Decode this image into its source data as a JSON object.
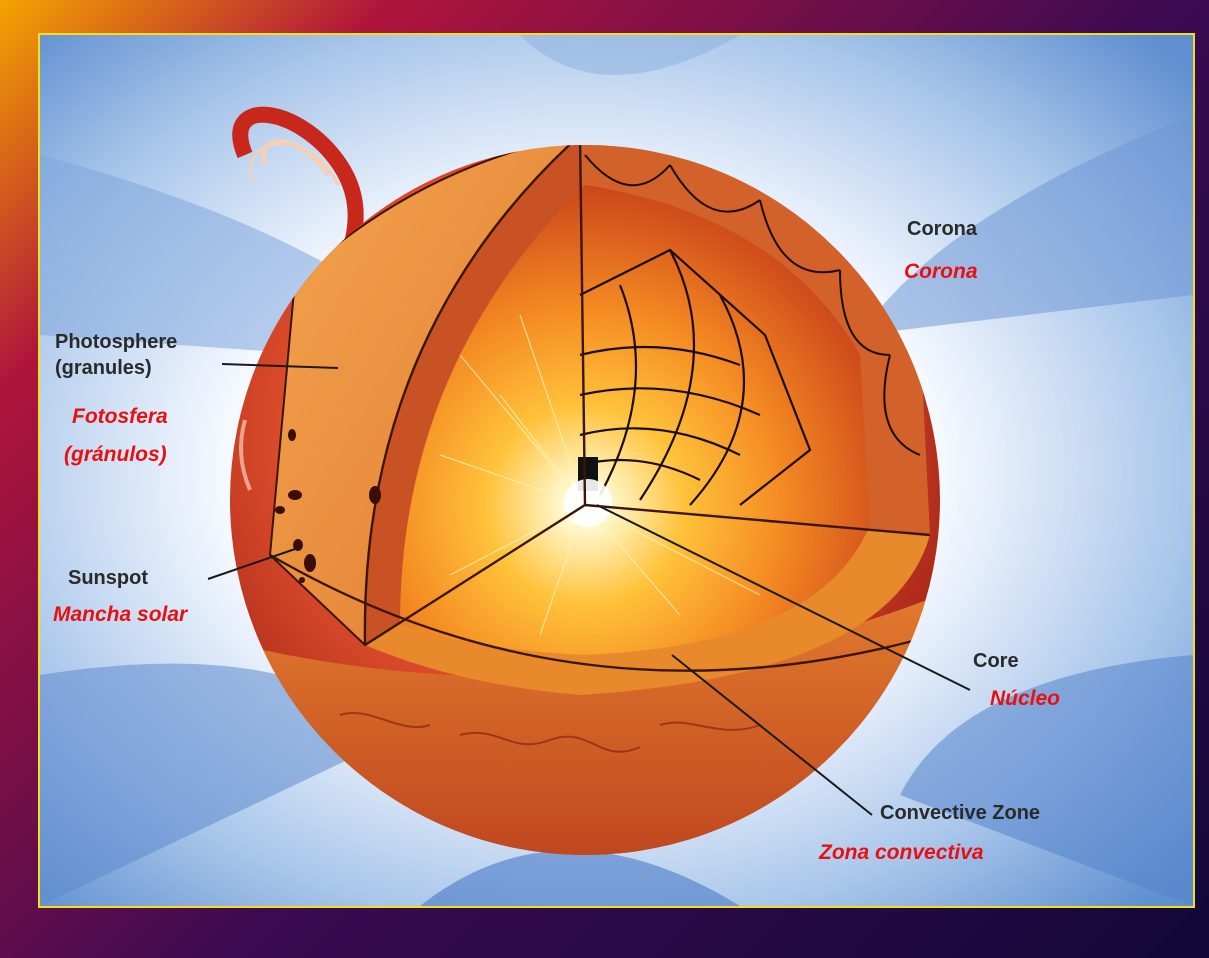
{
  "labels": {
    "corona_en": "Corona",
    "corona_es": "Corona",
    "photosphere_en_line1": "Photosphere",
    "photosphere_en_line2": "(granules)",
    "photosphere_es_line1": "Fotosfera",
    "photosphere_es_line2": "(gránulos)",
    "sunspot_en": "Sunspot",
    "sunspot_es": "Mancha solar",
    "core_en": "Core",
    "core_es": "Núcleo",
    "convective_en": "Convective Zone",
    "convective_es": "Zona convectiva"
  },
  "colors": {
    "frame_border": "#f0e020",
    "spanish_label": "#e81010",
    "english_label": "#2a2a2a"
  }
}
